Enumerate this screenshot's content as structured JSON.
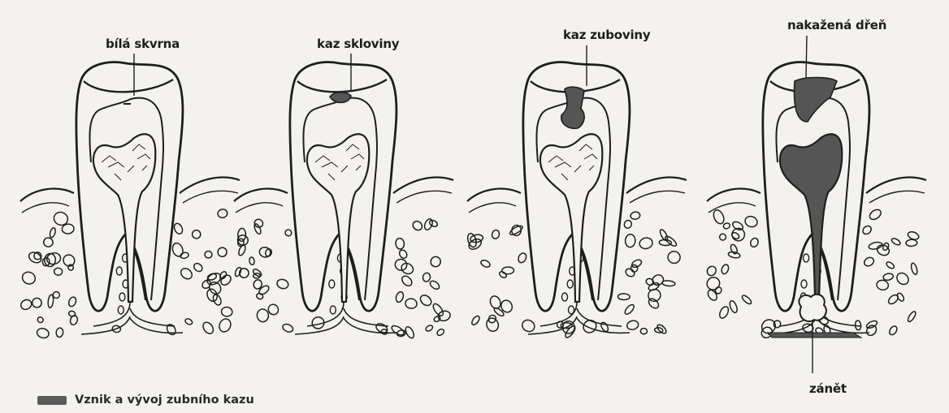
{
  "labels": {
    "stage1": "bílá skvrna",
    "stage2": "kaz skloviny",
    "stage3": "kaz zuboviny",
    "stage4": "nakažená dřeň",
    "inflammation": "zánět"
  },
  "caption": "Vznik a vývoj zubního kazu",
  "colors": {
    "ink": "#1e1e1e",
    "caries": "#555555",
    "paper": "#f4f2ee"
  }
}
